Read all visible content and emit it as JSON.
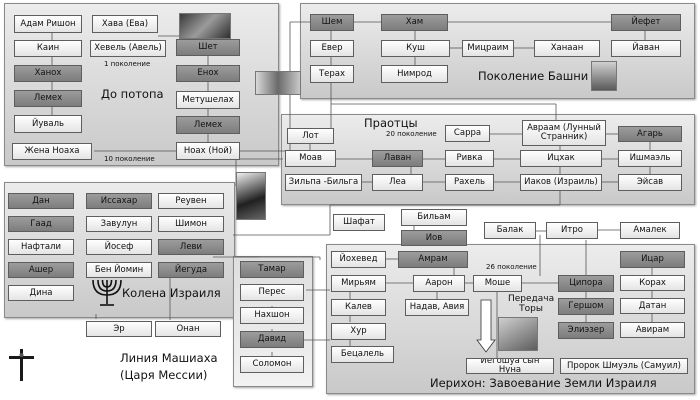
{
  "panels": {
    "before_flood": "До потопа",
    "tower": "Поколение Башни",
    "patriarchs": "Праотцы",
    "tribes": "Колена Израиля",
    "messiah_line": "Линия Машиаха\n(Царя Мессии)",
    "jericho": "Иерихон: Завоевание Земли Израиля"
  },
  "notes": {
    "gen1": "1 поколение",
    "gen10a": "10 поколение",
    "gen20": "20 поколение",
    "gen26": "26 поколение",
    "torah": "Передача\nТоры"
  },
  "names": {
    "adam": "Адам Ришон",
    "hava": "Хава (Ева)",
    "kain": "Каин",
    "hevel": "Хевель (Авель)",
    "shet": "Шет",
    "hanoh": "Ханох",
    "enoh": "Енох",
    "lemeh1": "Лемех",
    "metushelah": "Метушелах",
    "yuval": "Йуваль",
    "lemeh2": "Лемех",
    "noah_wife": "Жена Ноаха",
    "noah": "Ноах (Ной)",
    "shem": "Шем",
    "ham": "Хам",
    "yefet": "Йефет",
    "ever": "Евер",
    "kush": "Куш",
    "mitzraim": "Мицраим",
    "hanaan": "Ханаан",
    "yavan": "Йаван",
    "terah": "Терах",
    "nimrod": "Нимрод",
    "lot": "Лот",
    "sarra": "Сарра",
    "avraam": "Авраам (Лунный Странник)",
    "agar": "Агарь",
    "moav": "Моав",
    "lavan": "Лаван",
    "rivka": "Ривка",
    "itzhak": "Ицхак",
    "ishmael": "Ишмаэль",
    "zilpa": "Зильпа -Бильга",
    "lea": "Леа",
    "rahel": "Рахель",
    "yakov": "Иаков (Израиль)",
    "esav": "Эйсав",
    "dan": "Дан",
    "issahar": "Иссахар",
    "reuven": "Реувен",
    "gaad": "Гаад",
    "zavulun": "Завулун",
    "shimon": "Шимон",
    "naftali": "Нафтали",
    "yosef": "Йосеф",
    "levi": "Леви",
    "asher": "Ашер",
    "ben_yomin": "Бен Йомин",
    "yehuda": "Йегуда",
    "dina": "Дина",
    "er": "Эр",
    "onan": "Онан",
    "shafat": "Шафат",
    "bilam": "Бильам",
    "iov": "Иов",
    "balak": "Балак",
    "itro": "Итро",
    "amalek": "Амалек",
    "tamar": "Тамар",
    "peres": "Перес",
    "nahshon": "Нахшон",
    "david": "Давид",
    "solomon": "Соломон",
    "yohoved": "Йохевед",
    "amram": "Амрам",
    "miryam": "Мирьям",
    "aaron": "Аарон",
    "moshe": "Моше",
    "tsipora": "Ципора",
    "itzar": "Ицар",
    "kalev": "Калев",
    "nadav": "Надав, Авия",
    "gershom": "Гершом",
    "korah": "Корах",
    "datan": "Датан",
    "elieser": "Элиэзер",
    "aviram": "Авирам",
    "hur": "Хур",
    "betzalel": "Бецалель",
    "yehoshua": "Йегошуа сын Нуна",
    "shmuel": "Пророк Шмуэль (Самуил)"
  }
}
